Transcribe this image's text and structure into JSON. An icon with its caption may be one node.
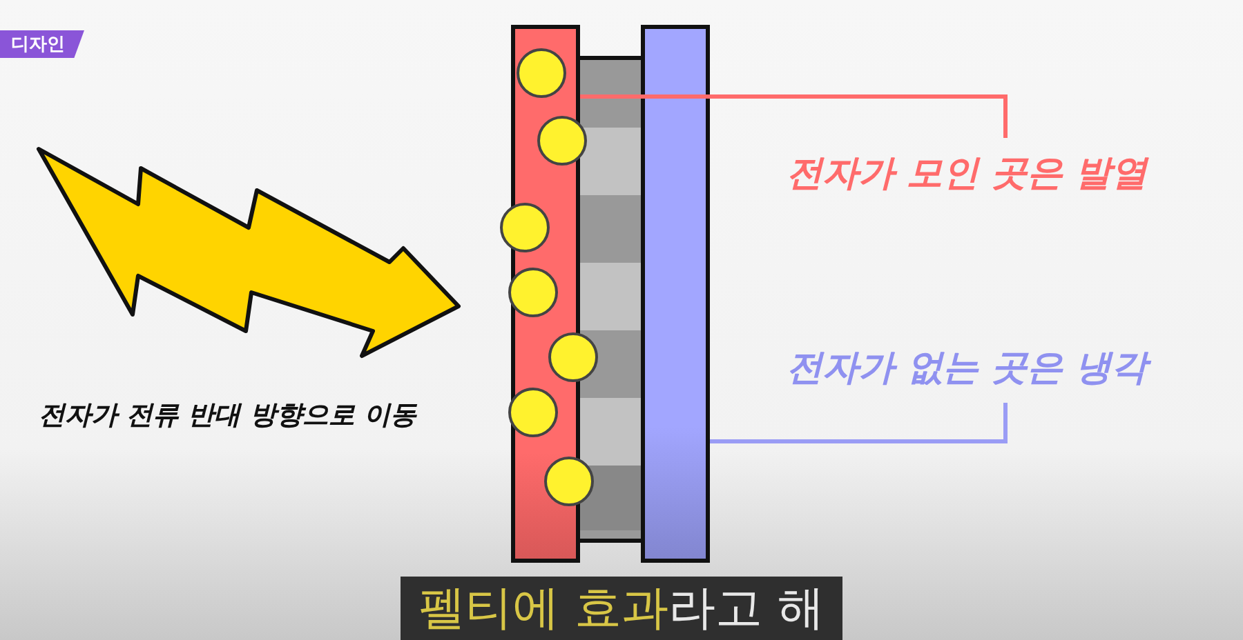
{
  "diagram": {
    "nodes": [
      {
        "text": [],
        "shape": "box"
      },
      {
        "text": [],
        "shape": "box"
      },
      {
        "text": [
          "전자가 모인 곳은 발열"
        ]
      },
      {
        "text": [
          "전자가 없는 곳은 냉각"
        ]
      }
    ],
    "edges": [
      {
        "from": 2,
        "to": 0,
        "arrow": "none",
        "color": "#ff6b6b"
      },
      {
        "from": 3,
        "to": 1,
        "arrow": "none",
        "color": "#9a9cf5"
      }
    ],
    "labels": [
      "디자인",
      "전자가 전류 반대 방향으로 이동",
      "**펠티에 효과**라고 해"
    ]
  }
}
